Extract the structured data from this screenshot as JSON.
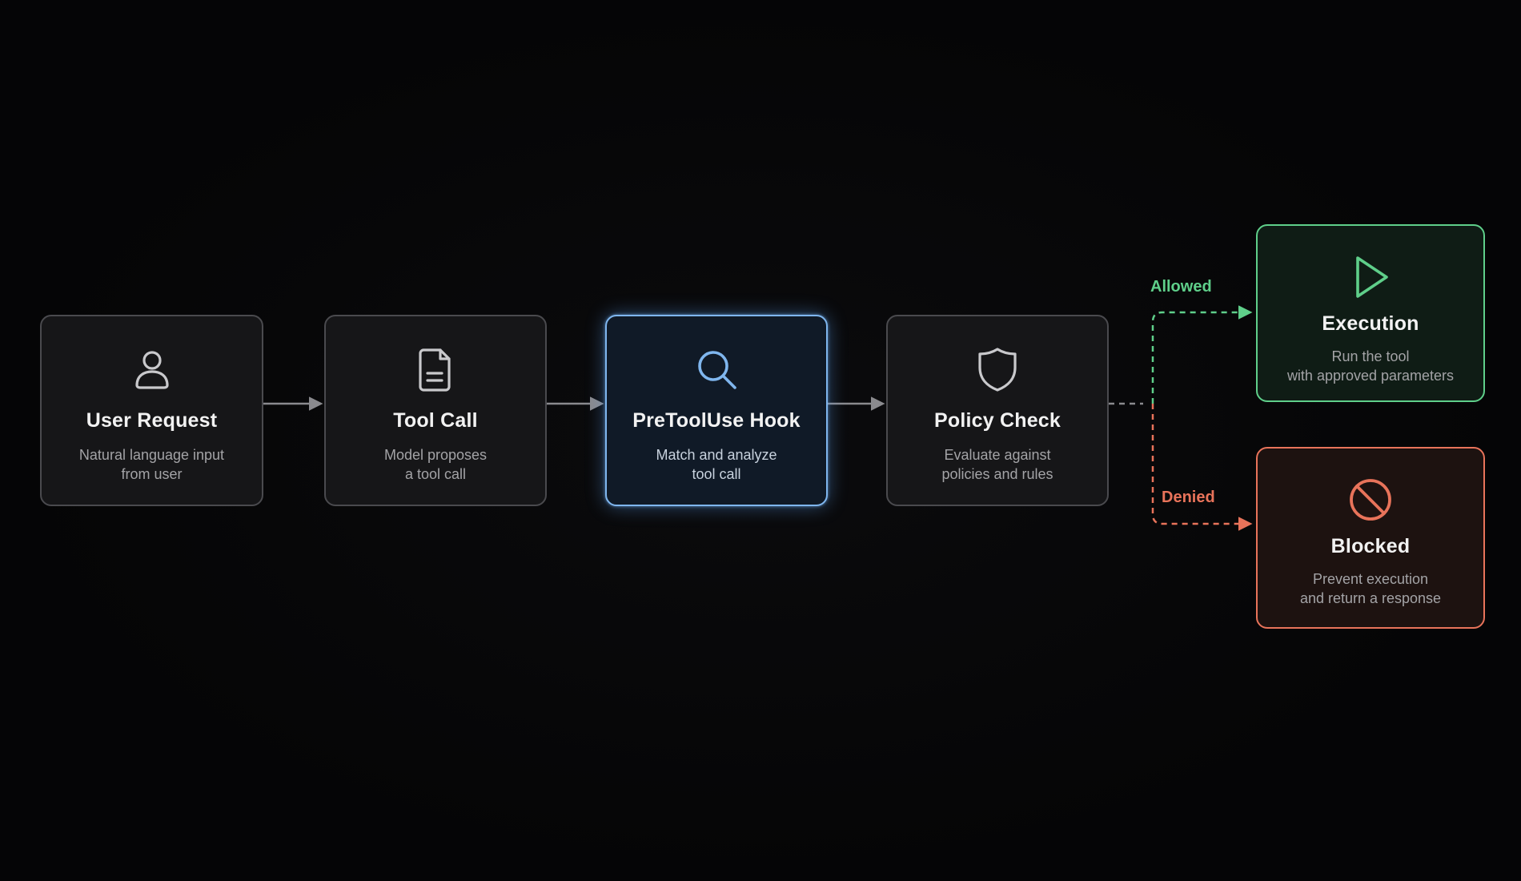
{
  "nodes": {
    "user_request": {
      "title": "User Request",
      "desc_line1": "Natural language input",
      "desc_line2": "from user",
      "icon": "user-icon"
    },
    "tool_call": {
      "title": "Tool Call",
      "desc_line1": "Model proposes",
      "desc_line2": "a tool call",
      "icon": "document-icon"
    },
    "pretooluse_hook": {
      "title": "PreToolUse Hook",
      "desc_line1": "Match and analyze",
      "desc_line2": "tool call",
      "icon": "search-icon",
      "accent": "#7fb6ee"
    },
    "policy_check": {
      "title": "Policy Check",
      "desc_line1": "Evaluate against",
      "desc_line2": "policies and rules",
      "icon": "shield-icon"
    },
    "execution": {
      "title": "Execution",
      "desc_line1": "Run the tool",
      "desc_line2": "with approved parameters",
      "icon": "play-icon",
      "accent": "#5fcf8a"
    },
    "blocked": {
      "title": "Blocked",
      "desc_line1": "Prevent execution",
      "desc_line2": "and return a response",
      "icon": "prohibited-icon",
      "accent": "#e8735a"
    }
  },
  "branches": {
    "allowed_label": "Allowed",
    "denied_label": "Denied"
  },
  "colors": {
    "background": "#050506",
    "node_border": "#4a4a4e",
    "arrow": "#8a8a8e",
    "allowed": "#5fcf8a",
    "denied": "#e8735a",
    "hook": "#7fb6ee"
  }
}
